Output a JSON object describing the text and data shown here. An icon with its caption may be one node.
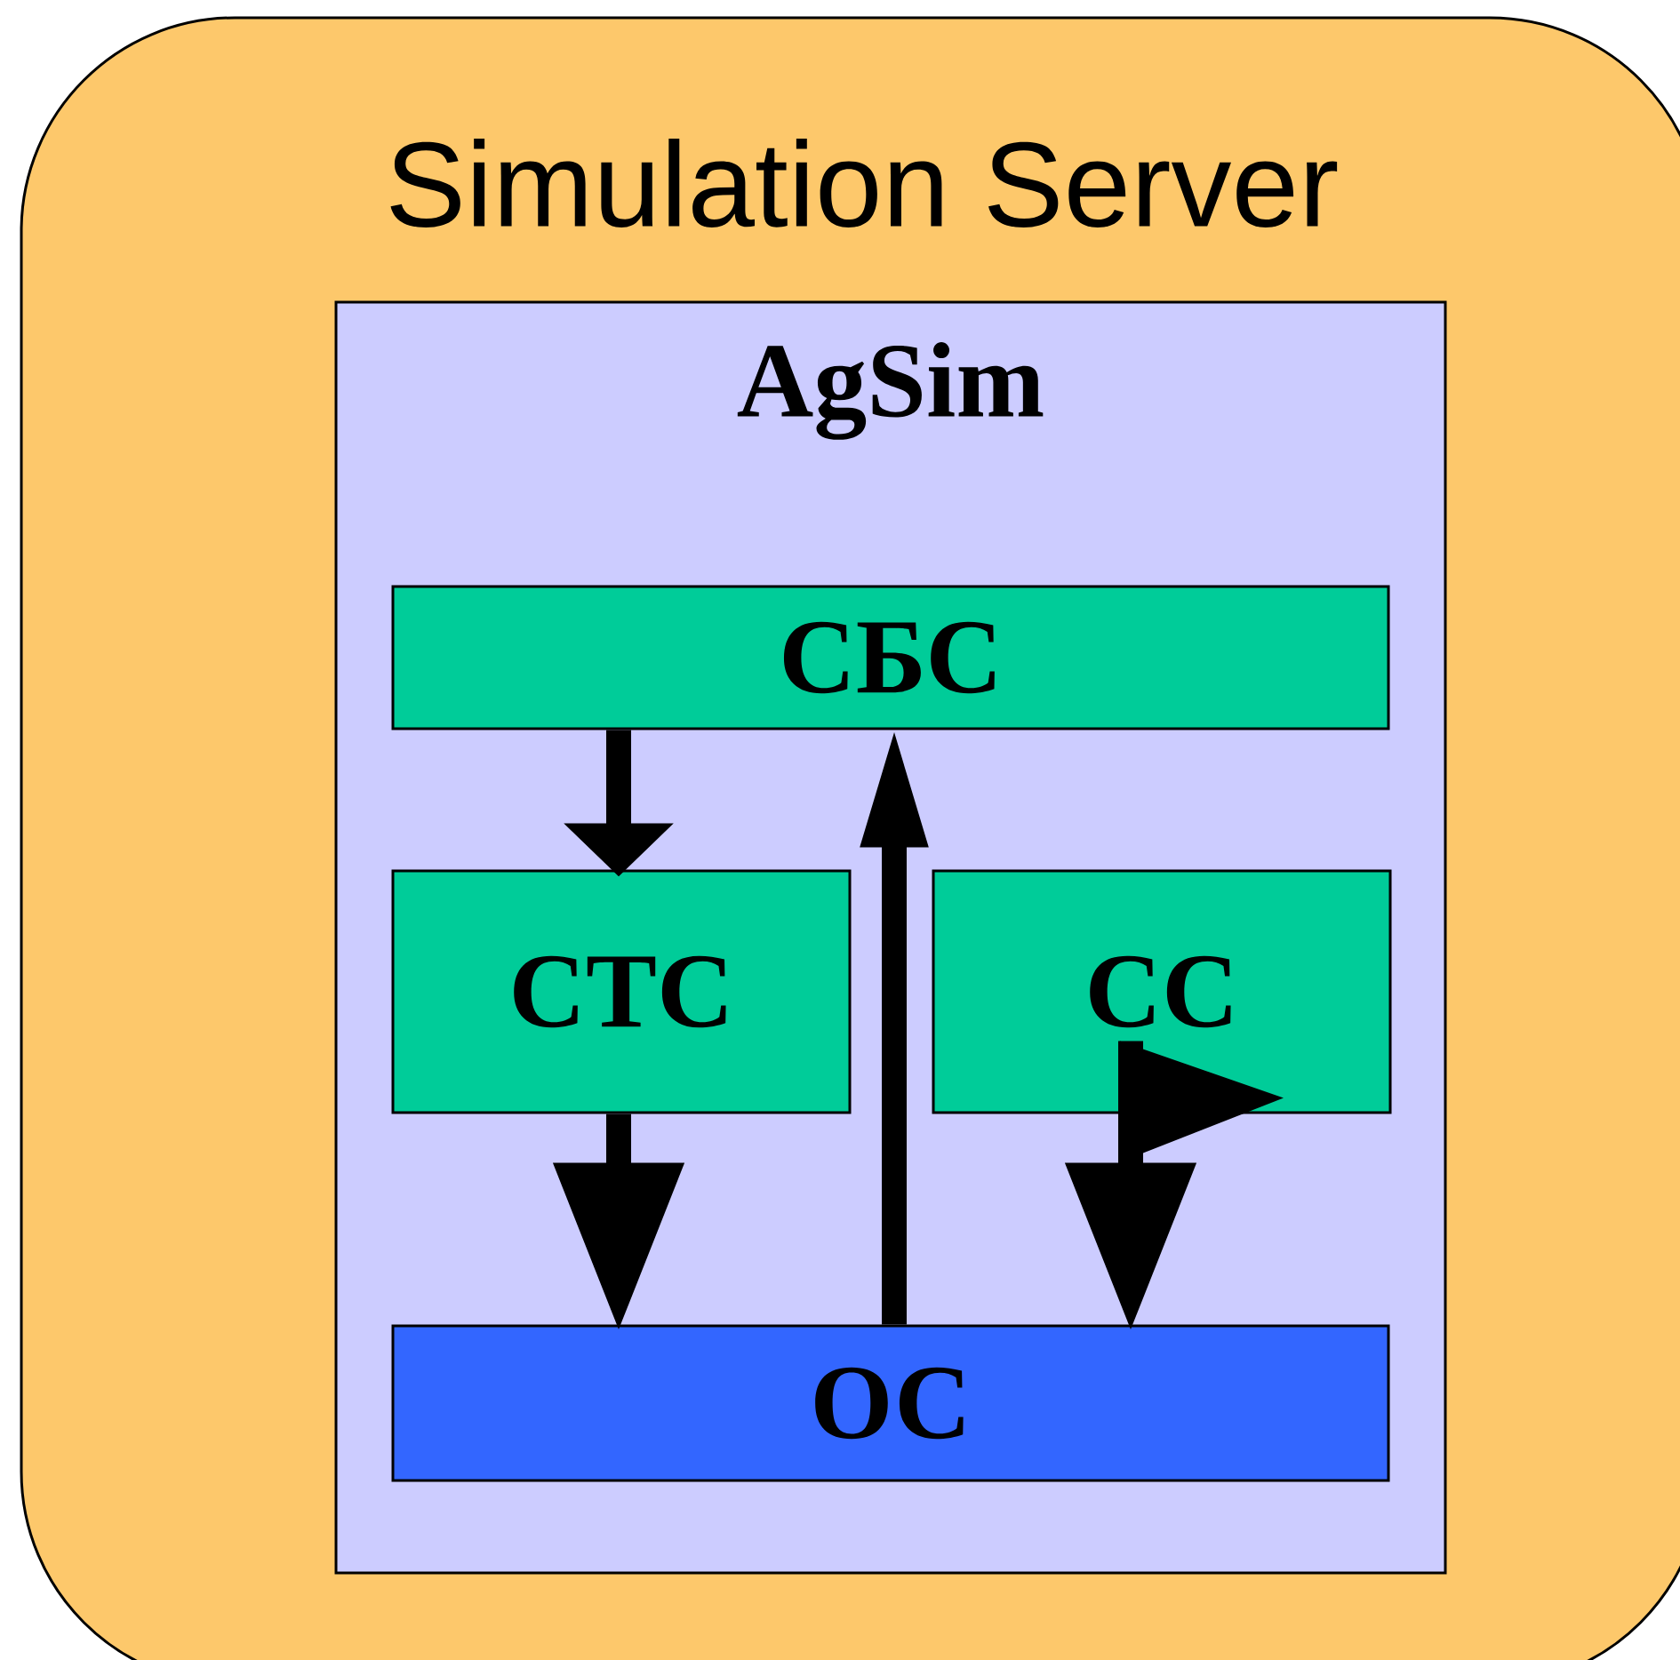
{
  "diagram": {
    "nodes": [
      {
        "text": [
          "Simulation Server"
        ]
      },
      {
        "text": [
          "AgSim"
        ],
        "in": 0
      },
      {
        "text": [
          "СБС"
        ],
        "in": 1
      },
      {
        "text": [
          "СТС"
        ],
        "in": 1
      },
      {
        "text": [
          "СС"
        ],
        "in": 1
      },
      {
        "text": [
          "ОС"
        ],
        "in": 1
      }
    ],
    "edges": [
      {
        "from": 2,
        "to": 3,
        "arrow": "to"
      },
      {
        "from": 3,
        "to": 5,
        "arrow": "to"
      },
      {
        "from": 5,
        "to": 2,
        "arrow": "to"
      },
      {
        "from": 4,
        "to": 5,
        "arrow": "to"
      }
    ]
  }
}
